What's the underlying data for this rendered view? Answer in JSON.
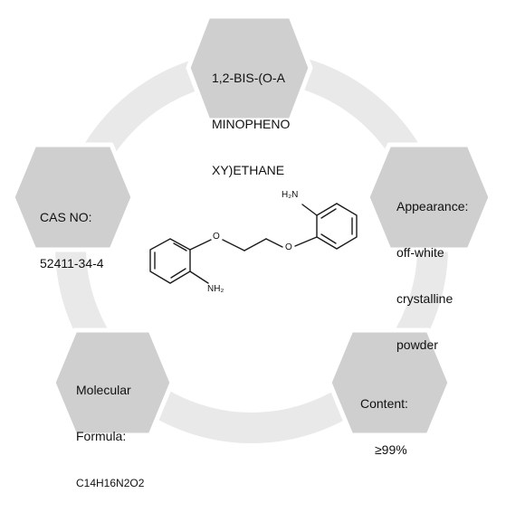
{
  "nodes": {
    "name": {
      "lines": [
        "1,2-BIS-(O-A",
        "MINOPHENO",
        "XY)ETHANE"
      ]
    },
    "appearance": {
      "lines": [
        "Appearance:",
        "off-white",
        "crystalline",
        "powder"
      ]
    },
    "content": {
      "lines": [
        "Content:",
        "≥99%"
      ]
    },
    "formula": {
      "lines": [
        "Molecular",
        "Formula:",
        "C14H16N2O2"
      ]
    },
    "cas": {
      "lines": [
        "CAS NO:",
        "52411-34-4"
      ]
    }
  },
  "structure": {
    "amine_top": "H₂N",
    "amine_bottom": "NH₂",
    "oxygen_left": "O",
    "oxygen_right": "O"
  },
  "colors": {
    "ring": "#e9e9e9",
    "hex_fill": "#cfcfcf",
    "hex_stroke": "#ffffff",
    "bond": "#1a1a1a"
  }
}
